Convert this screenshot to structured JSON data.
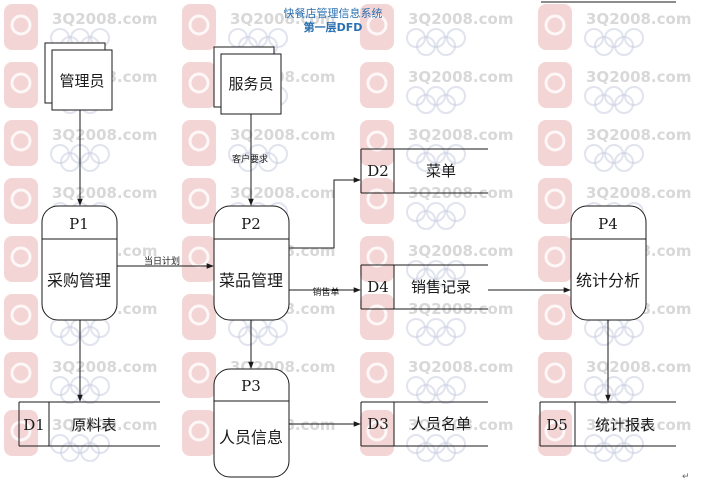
{
  "diagram": {
    "title": "快餐店管理信息系统",
    "subtitle": "第一层DFD",
    "watermark_text": "3Q2008.com",
    "entities": [
      {
        "id": "e1",
        "label": "管理员"
      },
      {
        "id": "e2",
        "label": "服务员"
      }
    ],
    "processes": [
      {
        "id": "p1",
        "num": "P1",
        "label": "采购管理"
      },
      {
        "id": "p2",
        "num": "P2",
        "label": "菜品管理"
      },
      {
        "id": "p3",
        "num": "P3",
        "label": "人员信息"
      },
      {
        "id": "p4",
        "num": "P4",
        "label": "统计分析"
      }
    ],
    "stores": [
      {
        "id": "d1",
        "num": "D1",
        "label": "原料表"
      },
      {
        "id": "d2",
        "num": "D2",
        "label": "菜单"
      },
      {
        "id": "d3",
        "num": "D3",
        "label": "人员名单"
      },
      {
        "id": "d4",
        "num": "D4",
        "label": "销售记录"
      },
      {
        "id": "d5",
        "num": "D5",
        "label": "统计报表"
      }
    ],
    "flows": [
      {
        "from": "e1",
        "to": "p1",
        "label": ""
      },
      {
        "from": "e2",
        "to": "p2",
        "label": "客户要求"
      },
      {
        "from": "p1",
        "to": "p2",
        "label": "当日计划"
      },
      {
        "from": "p2",
        "to": "d2",
        "label": ""
      },
      {
        "from": "p2",
        "to": "d4",
        "label": "销售单"
      },
      {
        "from": "p2",
        "to": "p3",
        "label": ""
      },
      {
        "from": "p1",
        "to": "d1",
        "label": ""
      },
      {
        "from": "p3",
        "to": "d3",
        "label": ""
      },
      {
        "from": "d4",
        "to": "p4",
        "label": ""
      },
      {
        "from": "p4",
        "to": "d5",
        "label": ""
      }
    ],
    "colors": {
      "line": "#1a1a1a",
      "title": "#2a6fb0",
      "watermark_logo": "#e9b3b3",
      "watermark_text": "#cfcfcf",
      "watermark_rings": "#c9cee0"
    }
  }
}
